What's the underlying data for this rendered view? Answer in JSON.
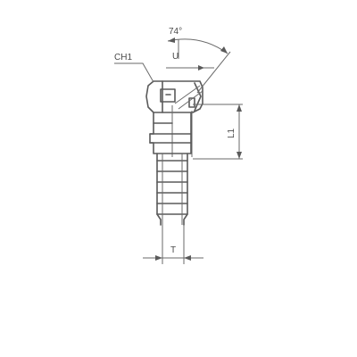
{
  "drawing": {
    "labels": {
      "angle": "74°",
      "hex": "CH1",
      "seal": "U",
      "length": "L1",
      "tail": "T"
    }
  }
}
